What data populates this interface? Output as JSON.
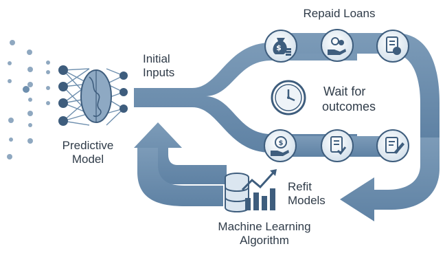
{
  "labels": {
    "repaid_loans": "Repaid Loans",
    "initial_inputs_line1": "Initial",
    "initial_inputs_line2": "Inputs",
    "wait_line1": "Wait for",
    "wait_line2": "outcomes",
    "predictive_line1": "Predictive",
    "predictive_line2": "Model",
    "refit_line1": "Refit",
    "refit_line2": "Models",
    "ml_line1": "Machine Learning",
    "ml_line2": "Algorithm"
  },
  "icons": {
    "top_row": [
      "money-bag-icon",
      "hand-coins-icon",
      "document-dollar-icon"
    ],
    "bottom_row": [
      "hand-dollar-icon",
      "document-check-icon",
      "document-sign-icon"
    ],
    "center": "clock-icon",
    "left": "neural-network-icon",
    "bottom": "database-chart-icon"
  },
  "colors": {
    "arrow": "#6e8fae",
    "arrow_dark": "#57789a",
    "icon_fill": "#dbe6f0",
    "icon_stroke": "#3e5d7d",
    "text": "#2f3b48"
  }
}
